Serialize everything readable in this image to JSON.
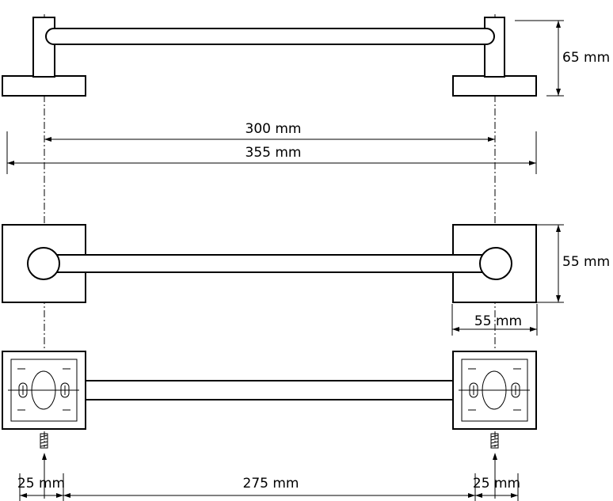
{
  "dimensions": {
    "height": "65 mm",
    "center_spacing": "300 mm",
    "overall_length": "355 mm",
    "base_height": "55 mm",
    "base_width": "55 mm",
    "edge_offset_left": "25 mm",
    "bar_span": "275 mm",
    "edge_offset_right": "25 mm"
  },
  "views": [
    "side-view",
    "top-view",
    "back-view"
  ]
}
